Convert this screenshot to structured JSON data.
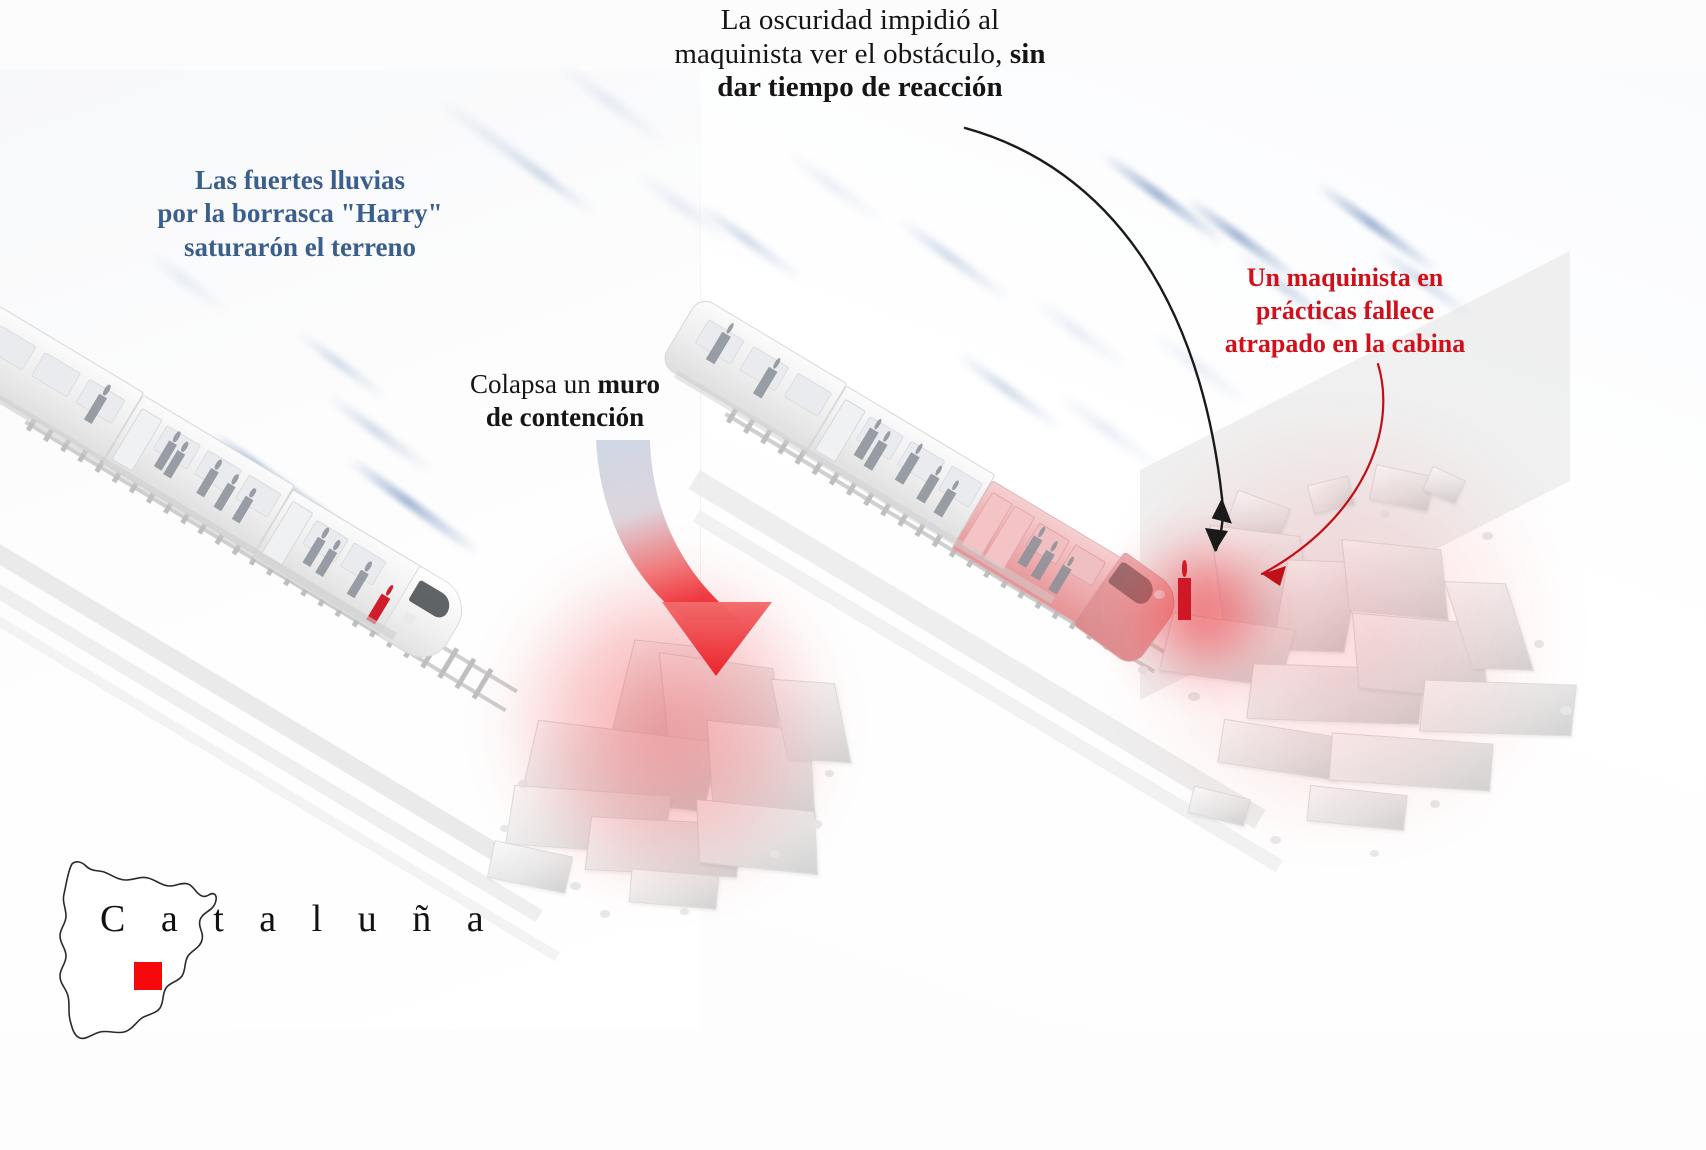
{
  "infographic": {
    "language": "es",
    "subject": "Accidente de tren en Cataluña",
    "background_color": "#fbfbfb"
  },
  "captions": {
    "top": {
      "name": "darkness-caption",
      "line1": "La oscuridad impidió al",
      "line2_plain": "maquinista ver el obstáculo, ",
      "line2_bold": "sin",
      "line3_bold": "dar tiempo de reacción",
      "color": "#151515"
    },
    "rain": {
      "name": "heavy-rain-caption",
      "line1": "Las fuertes lluvias",
      "line2": "por la borrasca \"Harry\"",
      "line3": "saturarón el terreno",
      "color": "#3b5f8c"
    },
    "wall": {
      "name": "retaining-wall-caption",
      "line1_plain": "Colapsa un ",
      "line1_bold": "muro",
      "line2_bold": "de contención",
      "color": "#151515"
    },
    "victim": {
      "name": "driver-death-caption",
      "line1": "Un maquinista en",
      "line2": "prácticas fallece",
      "line3": "atrapado en la cabina",
      "color": "#d0111b"
    }
  },
  "map": {
    "region_label": "C a t a l u ñ a",
    "region_name": "Cataluña",
    "marker_color": "#f5090b",
    "outline_color": "#2a2a2a"
  },
  "scenes": {
    "left": {
      "name": "intact-train-scene",
      "description": "Tren circulando bajo la lluvia sobre la vía"
    },
    "right": {
      "name": "derailed-train-scene",
      "description": "Tren descarrilado contra los escombros del muro"
    }
  },
  "annotations": {
    "arrow_wall": {
      "name": "wall-collapse-arrow",
      "from": "wall-caption",
      "to": "rubble-pile",
      "color_top": "#c8d2e2",
      "color_bottom": "#ee2b32"
    },
    "arrow_darkness": {
      "name": "darkness-pointer-arrow",
      "from": "darkness-caption",
      "to": "train-cabin",
      "color": "#1a1a1a"
    },
    "arrow_victim": {
      "name": "victim-pointer-arrow",
      "from": "driver-death-caption",
      "to": "cabin-glow",
      "color": "#c01018"
    }
  }
}
